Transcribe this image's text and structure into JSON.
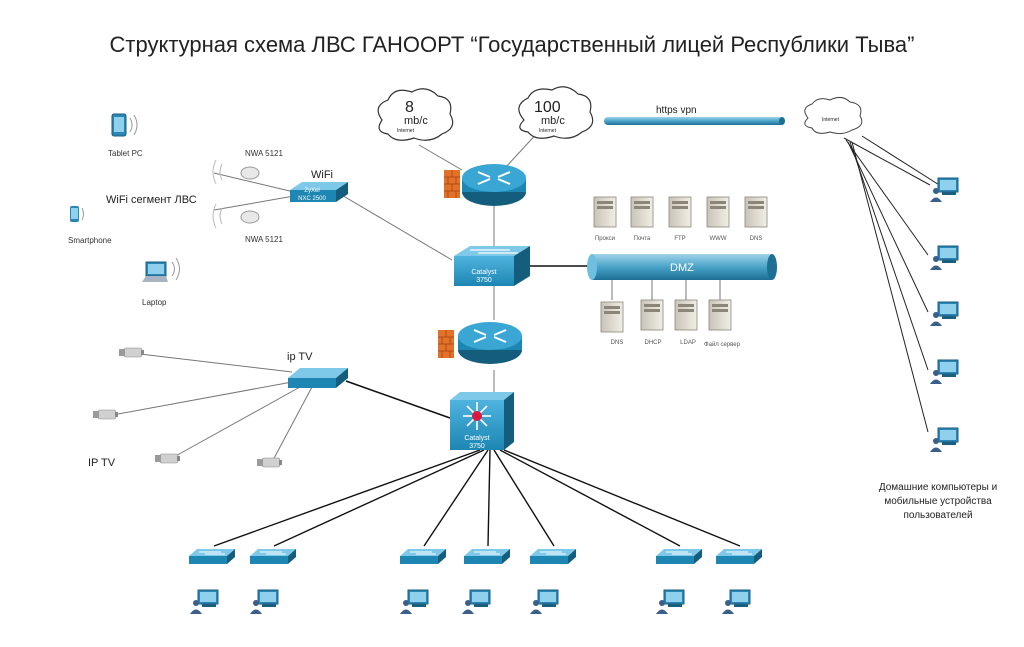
{
  "title": "Структурная схема ЛВС ГАНООРТ “Государственный лицей Республики Тыва”",
  "clouds": {
    "left": {
      "speed": "8",
      "unit": "mb/c",
      "label": "Internet"
    },
    "right": {
      "speed": "100",
      "unit": "mb/c",
      "label": "Internet"
    },
    "home": {
      "label": "Internet"
    }
  },
  "vpn_label": "https vpn",
  "wireless": {
    "tablet": "Tablet PC",
    "segment": "WiFi сегмент ЛВС",
    "smartphone": "Smartphone",
    "laptop": "Laptop",
    "ap_top": "NWA 5121",
    "ap_bottom": "NWA 5121",
    "wifi": "WiFi",
    "zyxel_line1": "ZyXel",
    "zyxel_line2": "NXC 2500"
  },
  "catalyst_top": {
    "line1": "Catalyst",
    "line2": "3750"
  },
  "catalyst_core": {
    "line1": "Catalyst",
    "line2": "3750"
  },
  "dmz": {
    "label": "DMZ",
    "top_servers": [
      "Прокси",
      "Почта",
      "FTP",
      "WWW",
      "DNS"
    ],
    "bottom_servers": [
      "DNS",
      "DHCP",
      "LDAP",
      "Файл сервер"
    ]
  },
  "iptv": {
    "switch_label": "ip TV",
    "side_label": "IP TV"
  },
  "home": {
    "line1": "Домашние компьютеры и",
    "line2": "мобильные устройства",
    "line3": "пользователей"
  },
  "colors": {
    "cisco_blue": "#1d86b3",
    "firewall": "#e2712a",
    "dmz_pipe": "#4aa3c9"
  }
}
